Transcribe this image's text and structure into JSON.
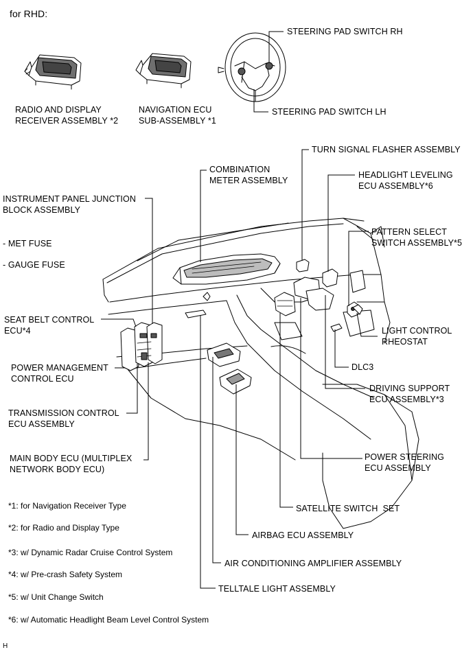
{
  "header": {
    "title": "for RHD:"
  },
  "components": {
    "radio_display": "RADIO AND DISPLAY\nRECEIVER ASSEMBLY *2",
    "navigation_ecu": "NAVIGATION ECU\nSUB-ASSEMBLY *1",
    "steering_pad_rh": "STEERING PAD SWITCH RH",
    "steering_pad_lh": "STEERING PAD SWITCH LH",
    "turn_signal_flasher": "TURN SIGNAL FLASHER ASSEMBLY",
    "combination_meter": "COMBINATION\nMETER ASSEMBLY",
    "headlight_leveling": "HEADLIGHT LEVELING\nECU ASSEMBLY*6",
    "instrument_panel_jb": "INSTRUMENT PANEL JUNCTION\nBLOCK ASSEMBLY",
    "met_fuse": "- MET FUSE",
    "gauge_fuse": "- GAUGE FUSE",
    "pattern_select": "PATTERN SELECT\nSWITCH ASSEMBLY*5",
    "seat_belt_control": "SEAT BELT CONTROL\nECU*4",
    "light_control_rheostat": "LIGHT CONTROL\nRHEOSTAT",
    "power_management": "POWER MANAGEMENT\nCONTROL ECU",
    "dlc3": "DLC3",
    "driving_support": "DRIVING SUPPORT\nECU ASSEMBLY*3",
    "transmission_control": "TRANSMISSION CONTROL\nECU ASSEMBLY",
    "main_body_ecu": "MAIN BODY ECU (MULTIPLEX\nNETWORK BODY ECU)",
    "power_steering": "POWER STEERING\nECU ASSEMBLY",
    "satellite_switch": "SATELLITE SWITCH  SET",
    "airbag_ecu": "AIRBAG ECU ASSEMBLY",
    "air_conditioning": "AIR CONDITIONING AMPLIFIER ASSEMBLY",
    "telltale_light": "TELLTALE LIGHT ASSEMBLY"
  },
  "notes": [
    "*1: for Navigation Receiver Type",
    "*2: for Radio and Display Type",
    "*3: w/ Dynamic Radar Cruise Control System",
    "*4: w/ Pre-crash Safety System",
    "*5: w/ Unit Change Switch",
    "*6: w/ Automatic Headlight Beam Level Control System"
  ],
  "footer": {
    "code": "H"
  }
}
